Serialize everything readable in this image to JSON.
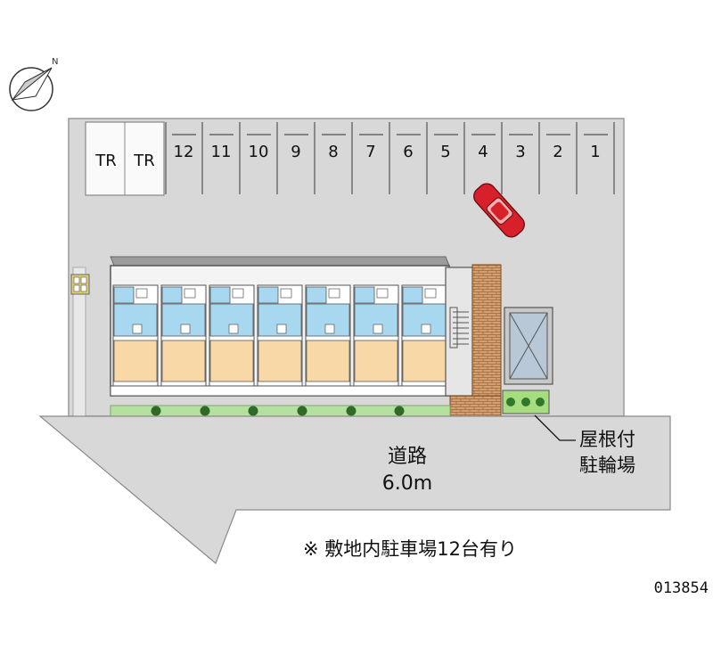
{
  "parking": {
    "stalls": [
      "12",
      "11",
      "10",
      "9",
      "8",
      "7",
      "6",
      "5",
      "4",
      "3",
      "2",
      "1"
    ],
    "trunk_rooms": [
      "TR",
      "TR"
    ],
    "total_note": "※ 敷地内駐車場12台有り"
  },
  "road": {
    "name": "道路",
    "width": "6.0m"
  },
  "bicycle_parking": {
    "line1": "屋根付",
    "line2": "駐輪場"
  },
  "property_code": "013854",
  "building": {
    "unit_count": 7
  },
  "colors": {
    "lot": "#d8d8d8",
    "unit_floor": "#f9d8a8",
    "bath_area": "#a8d8ef",
    "brick": "#d4a070",
    "car": "#d8202a",
    "hedge": "#6cc04a"
  },
  "icons": {
    "compass": "north-arrow-icon",
    "car": "car-icon",
    "stairs": "stairs-icon"
  }
}
